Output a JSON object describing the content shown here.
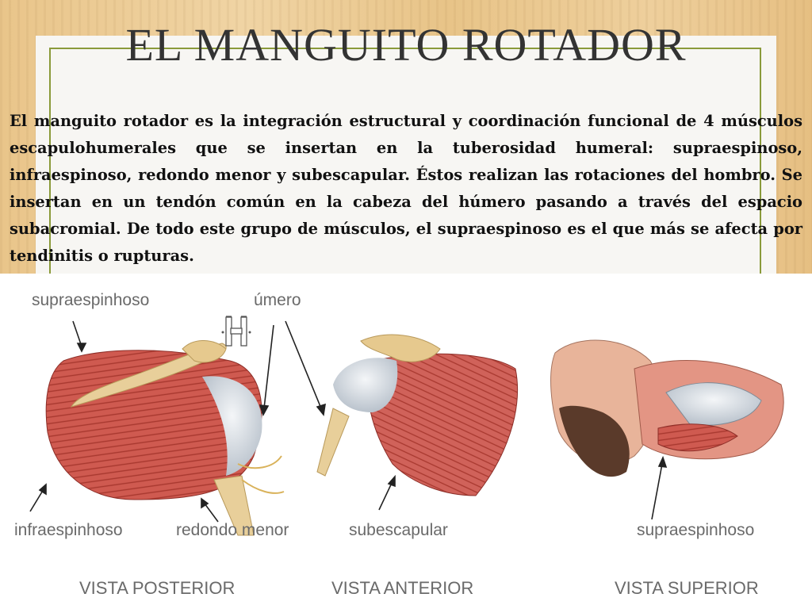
{
  "slide": {
    "title": "EL MANGUITO ROTADOR",
    "paragraph": "El manguito rotador es la integración estructural y coordinación funcional de 4 músculos escapulohumerales que se insertan en la tuberosidad humeral: supraespinoso, infraespinoso, redondo menor y subescapular. Éstos realizan las rotaciones del hombro. Se insertan en un tendón común en la cabeza del húmero pasando a través del espacio subacromial. De todo este grupo de músculos, el supraespinoso es el que más se afecta por tendinitis o rupturas."
  },
  "figure": {
    "labels": {
      "supraespinhoso_top": "supraespinhoso",
      "umero": "úmero",
      "infraespinhoso": "infraespinhoso",
      "redondo_menor": "redondo menor",
      "subescapular": "subescapular",
      "supraespinhoso_bottom": "supraespinhoso"
    },
    "views": {
      "posterior": "VISTA POSTERIOR",
      "anterior": "VISTA ANTERIOR",
      "superior": "VISTA SUPERIOR"
    }
  },
  "colors": {
    "muscle": "#c9524a",
    "tendon": "#dde3ea",
    "bone": "#e8cf9a",
    "frame": "#8a9a3a"
  }
}
